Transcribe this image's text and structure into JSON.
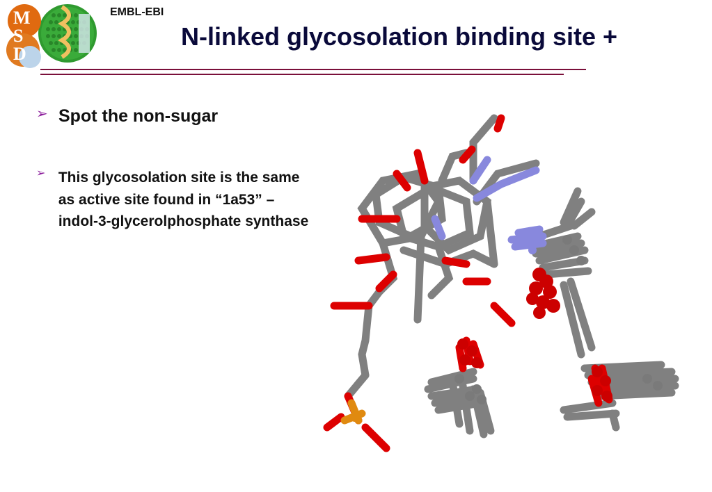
{
  "header": {
    "org": "EMBL-EBI",
    "title": "N-linked glycosolation binding site +"
  },
  "logo": {
    "letters": [
      "M",
      "S",
      "D"
    ]
  },
  "bullets": [
    "Spot the non-sugar",
    "This glycosolation site is the same as active site found in “1a53” – indol-3-glycerolphosphate synthase"
  ],
  "colors": {
    "title": "#0a0a3a",
    "rule": "#7a0f3a",
    "bullet_arrow": "#8a1a9a",
    "carbon": "#808080",
    "oxygen": "#dd0000",
    "nitrogen": "#8888dd",
    "phosphorus": "#e08a10"
  }
}
